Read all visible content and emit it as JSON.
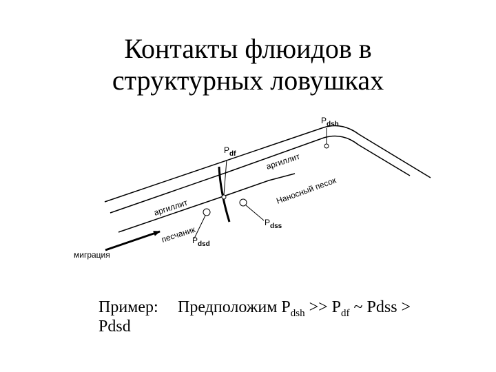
{
  "title": {
    "line1": "Контакты флюидов в",
    "line2": "структурных ловушках"
  },
  "diagram": {
    "labels": {
      "argillite_upper": "аргиллит",
      "argillite_lower": "аргиллит",
      "sand_deposit": "Наносный песок",
      "sandstone": "песчаник",
      "migration": "миграция"
    },
    "pressures": {
      "pdsh": {
        "main": "P",
        "sub": "dsh"
      },
      "pdf": {
        "main": "P",
        "sub": "df"
      },
      "pdss": {
        "main": "P",
        "sub": "dss"
      },
      "pdsd": {
        "main": "P",
        "sub": "dsd"
      }
    }
  },
  "example": {
    "label_line1": "Пример:",
    "label_line2": "Pdsd",
    "text_prefix": "Предположим P",
    "sub1": "dsh",
    "mid1": " >> P",
    "sub2": "df",
    "suffix": " ~ Pdss >"
  }
}
